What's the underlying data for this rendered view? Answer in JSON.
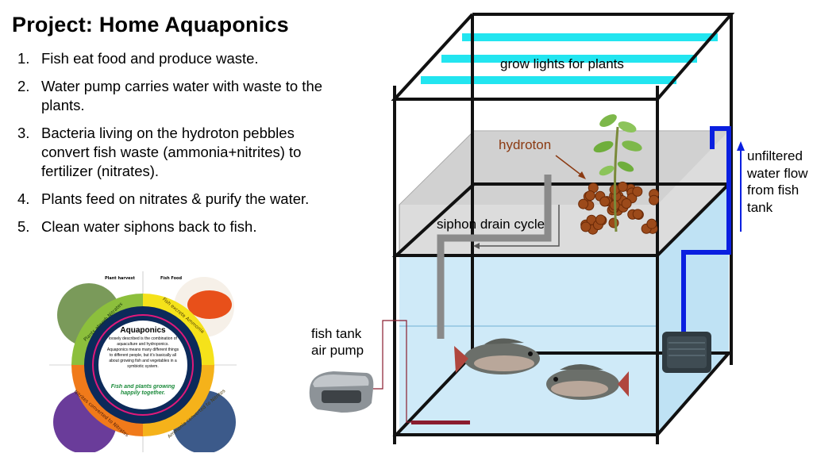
{
  "title": "Project: Home Aquaponics",
  "steps": [
    {
      "num": "1.",
      "text": "Fish eat food and produce waste."
    },
    {
      "num": "2.",
      "text": "Water pump carries water with waste to the plants."
    },
    {
      "num": "3.",
      "text": "Bacteria living on the hydroton pebbles convert fish waste (ammonia+nitrites) to fertilizer (nitrates)."
    },
    {
      "num": "4.",
      "text": "Plants feed on nitrates & purify the water."
    },
    {
      "num": "5.",
      "text": "Clean water siphons back to fish."
    }
  ],
  "labels": {
    "grow_lights": "grow lights for plants",
    "hydroton": "hydroton",
    "siphon": "siphon drain cycle",
    "air_pump": "fish tank air pump",
    "flow": "unfiltered water flow from fish tank"
  },
  "infographic": {
    "title": "Aquaponics",
    "body": "loosely described is the combination of aquaculture and hydroponics. Aquaponics means many different things to different people, but it's basically all about growing fish and vegetables in a symbiotic system.",
    "tagline": "Fish and plants growing happily together.",
    "plant_harvest": "Plant harvest",
    "fish_food": "Fish Food",
    "q1": "Plants absorb Nitrates",
    "q2": "Fish excrete Ammonia",
    "q3": "Ammonia converted to Nitrites",
    "q4": "Nitrites converted to Nitrates"
  },
  "colors": {
    "light": "#22e5f0",
    "pipe": "#0a1fe0",
    "siphon": "#8a8a8a",
    "water": "#cfeaf8",
    "hydroton": "#9c4a1a",
    "hydroton_label": "#8b3a12"
  }
}
